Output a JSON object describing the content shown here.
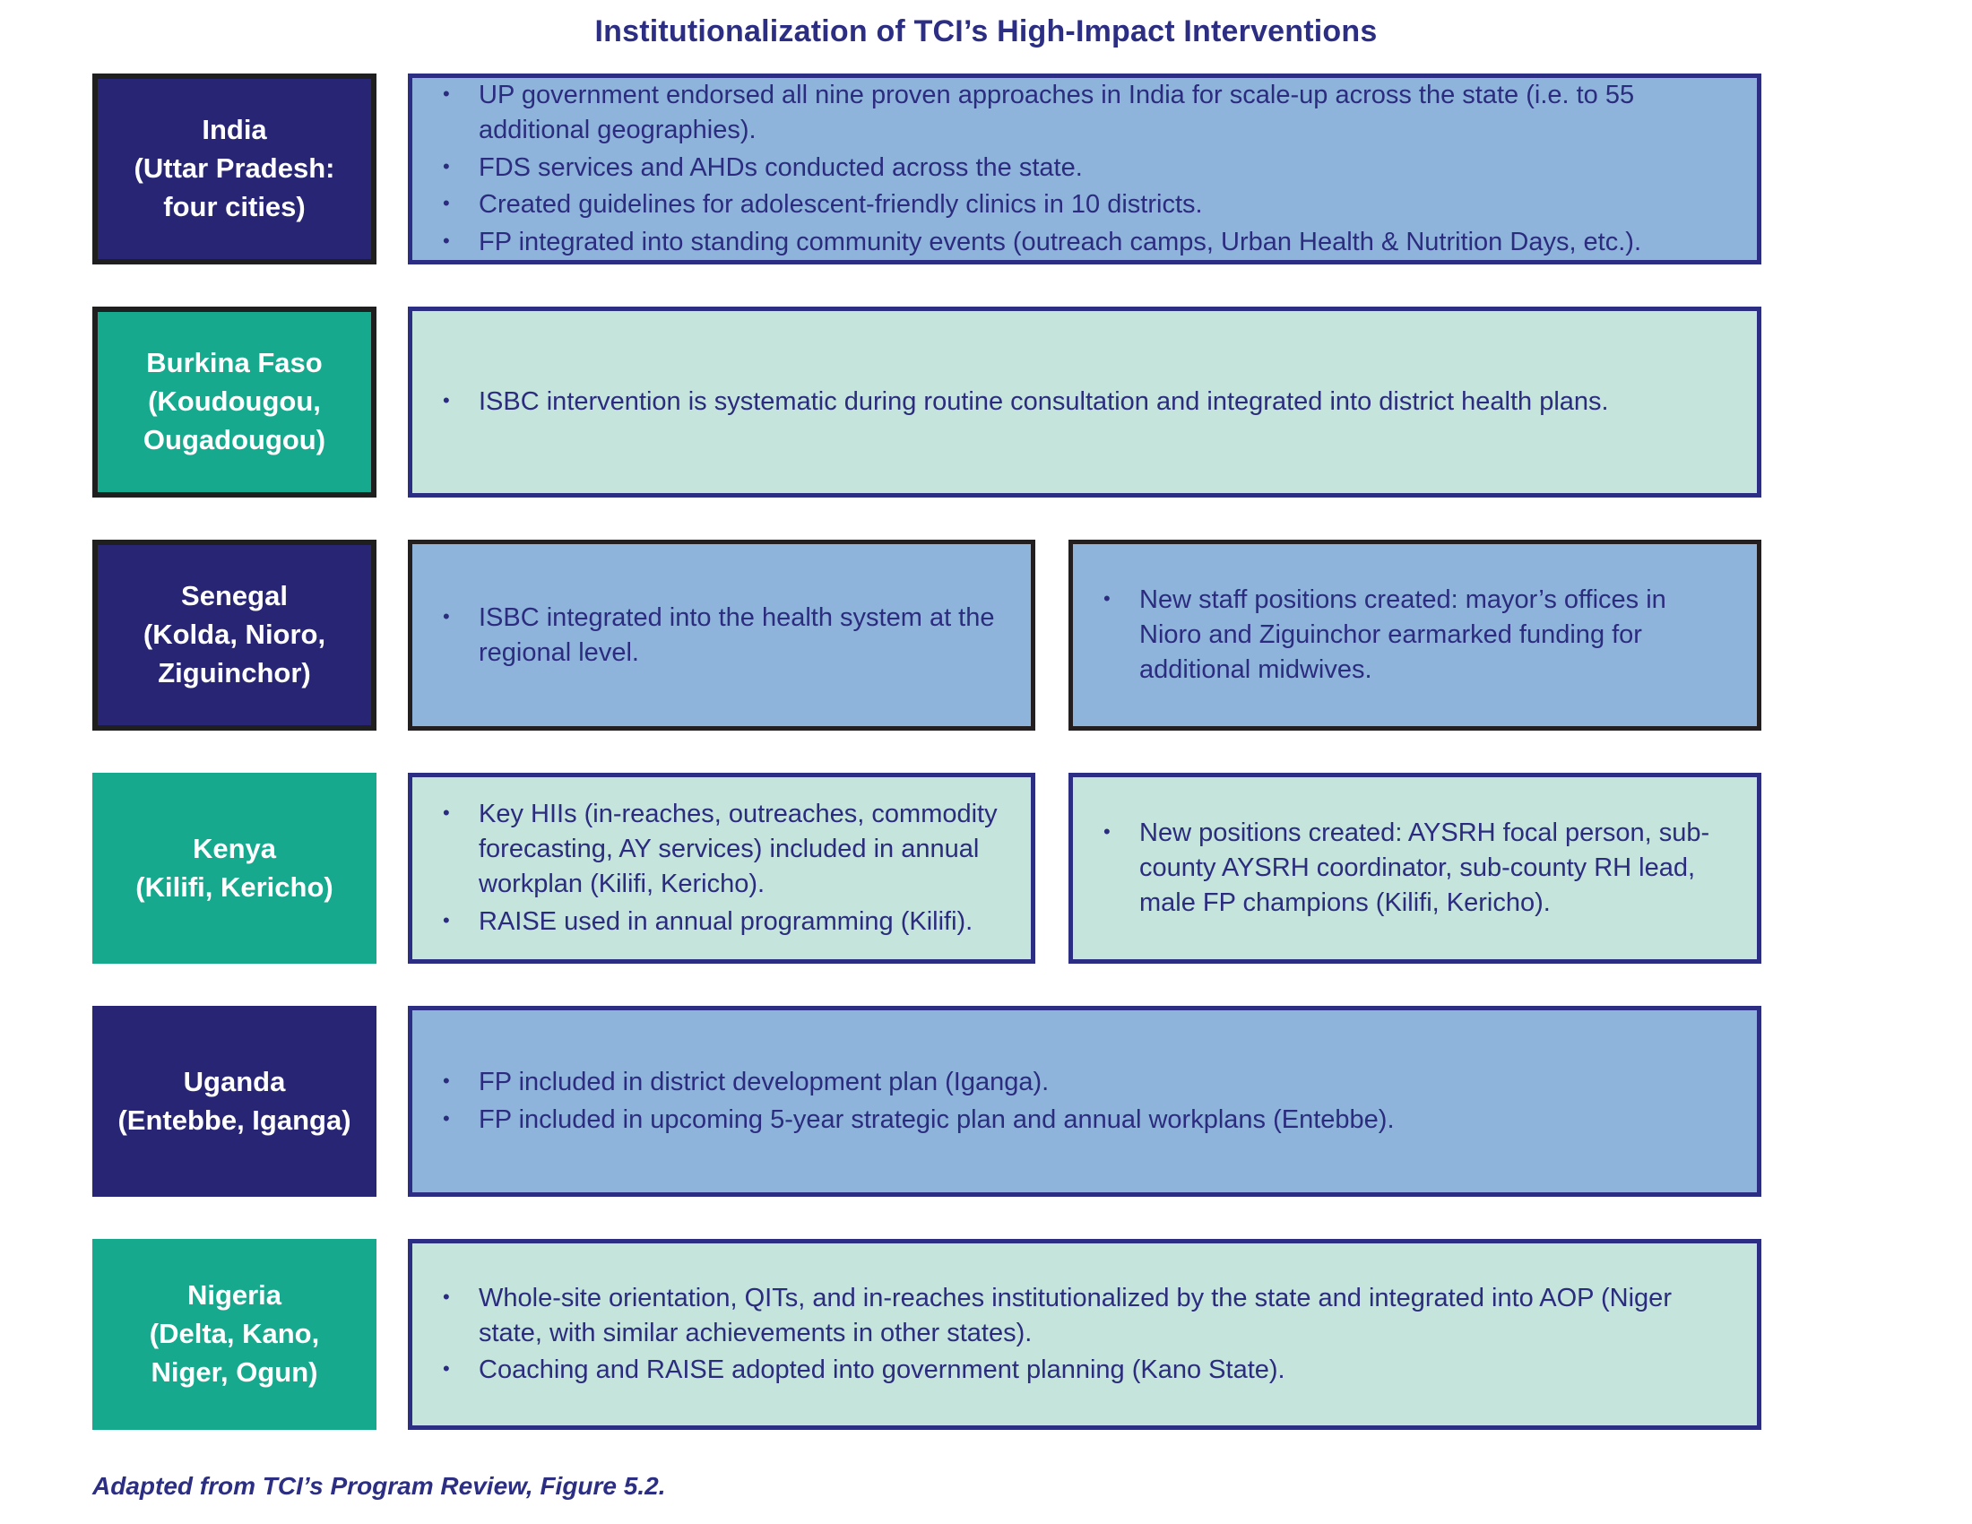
{
  "title": "Institutionalization of TCI’s High-Impact Interventions",
  "colors": {
    "navy_label_fill": "#272574",
    "teal_label_fill": "#16A98D",
    "blue_content_fill": "#8FB4DC",
    "light_teal_content_fill": "#C4E4DC",
    "navy_border_and_text": "#2B2E83",
    "black_border": "#1F1F1F",
    "label_text": "#FFFFFF"
  },
  "rows": [
    {
      "label": "India\n(Uttar Pradesh:\nfour cities)",
      "boxes": [
        {
          "bullets": [
            "UP government endorsed all nine proven approaches in India for scale-up across the state (i.e. to 55 additional geographies).",
            "FDS services and AHDs conducted across the state.",
            "Created guidelines for adolescent-friendly clinics in 10 districts.",
            "FP integrated into standing community events (outreach camps, Urban Health & Nutrition Days, etc.)."
          ]
        }
      ]
    },
    {
      "label": "Burkina Faso\n(Koudougou,\nOugadougou)",
      "boxes": [
        {
          "bullets": [
            "ISBC intervention is systematic during routine consultation and integrated into district health plans."
          ]
        }
      ]
    },
    {
      "label": "Senegal\n(Kolda, Nioro,\nZiguinchor)",
      "boxes": [
        {
          "bullets": [
            "ISBC integrated into the health system at the regional level."
          ]
        },
        {
          "bullets": [
            "New staff positions created: mayor’s offices in Nioro and Ziguinchor earmarked funding for additional midwives."
          ]
        }
      ]
    },
    {
      "label": "Kenya\n(Kilifi, Kericho)",
      "boxes": [
        {
          "bullets": [
            "Key HIIs (in-reaches, outreaches, commodity forecasting, AY services) included in annual workplan (Kilifi, Kericho).",
            "RAISE used in annual programming (Kilifi)."
          ]
        },
        {
          "bullets": [
            "New positions created: AYSRH focal person, sub-county AYSRH coordinator, sub-county RH lead, male FP champions (Kilifi, Kericho)."
          ]
        }
      ]
    },
    {
      "label": "Uganda\n(Entebbe, Iganga)",
      "boxes": [
        {
          "bullets": [
            "FP included in district development plan (Iganga).",
            "FP included in upcoming 5-year strategic plan and annual workplans (Entebbe)."
          ]
        }
      ]
    },
    {
      "label": "Nigeria\n(Delta, Kano,\nNiger, Ogun)",
      "boxes": [
        {
          "bullets": [
            "Whole-site orientation, QITs, and in-reaches institutionalized by the state and integrated into AOP (Niger state, with similar achievements in other states).",
            "Coaching and RAISE adopted into government planning (Kano State)."
          ]
        }
      ]
    }
  ],
  "footer": "Adapted from TCI’s Program Review, Figure 5.2."
}
